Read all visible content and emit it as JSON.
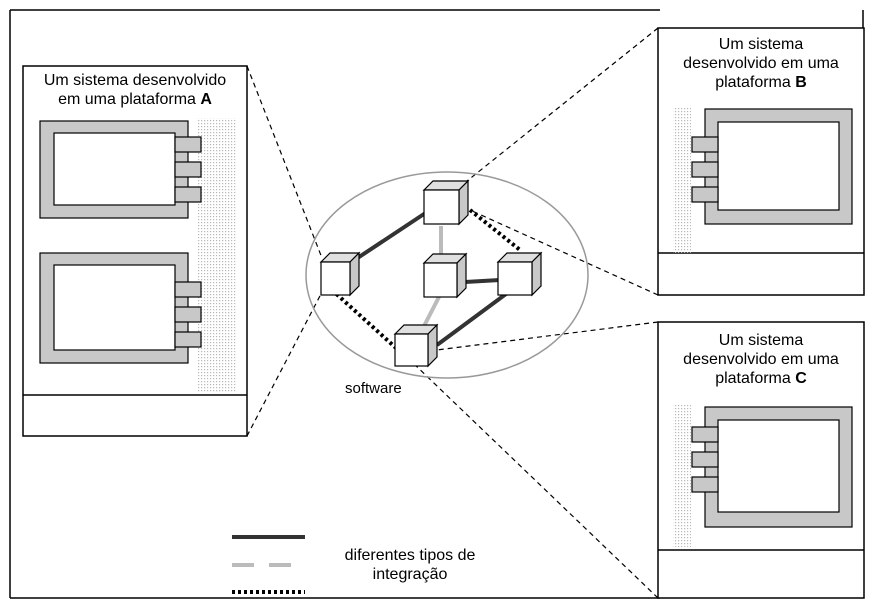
{
  "platform_a": {
    "line1": "Um sistema desenvolvido",
    "line2_prefix": "em uma plataforma ",
    "letter": "A"
  },
  "platform_b": {
    "line1": "Um sistema",
    "line2": "desenvolvido em uma",
    "line3_prefix": "plataforma ",
    "letter": "B"
  },
  "platform_c": {
    "line1": "Um sistema",
    "line2": "desenvolvido em uma",
    "line3_prefix": "plataforma ",
    "letter": "C"
  },
  "software_label": "software",
  "legend": {
    "line1": "diferentes tipos de",
    "line2": "integração"
  },
  "colors": {
    "panel_fill": "#c8c8c8",
    "dots": "#b8b8b8",
    "strong_line": "#333333",
    "light_line": "#bbbbbb",
    "ellipse": "#999999"
  }
}
